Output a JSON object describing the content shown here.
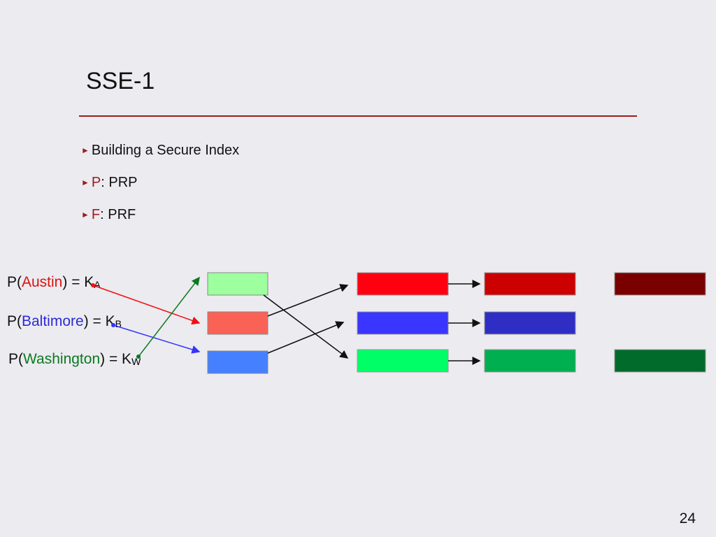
{
  "title": "SSE-1",
  "bullets": [
    {
      "key": "",
      "text": "Building a Secure Index"
    },
    {
      "key": "P",
      "text": ": PRP"
    },
    {
      "key": "F",
      "text": ": PRF"
    }
  ],
  "expressions": [
    {
      "p": "P(",
      "word": "Austin",
      "close": ")",
      "eq": " = K",
      "sub": "A",
      "color": "#d7140f"
    },
    {
      "p": "P(",
      "word": "Baltimore",
      "close": ")",
      "eq": " = K",
      "sub": "B",
      "color": "#2b2bd6"
    },
    {
      "p": "P(",
      "word": "Washington",
      "close": ")",
      "eq": " = K",
      "sub": "W",
      "color": "#0a7a1f"
    }
  ],
  "colors": {
    "light_green": "#9dff9d",
    "salmon": "#fa6256",
    "light_blue": "#4580ff",
    "red": "#ff0011",
    "blue": "#3a35ff",
    "green": "#00ff66",
    "dark_red": "#cc0000",
    "dark_blue": "#2e2ec4",
    "mid_green": "#00b050",
    "maroon": "#7a0000",
    "dark_green": "#006b2a"
  },
  "page_number": "24"
}
